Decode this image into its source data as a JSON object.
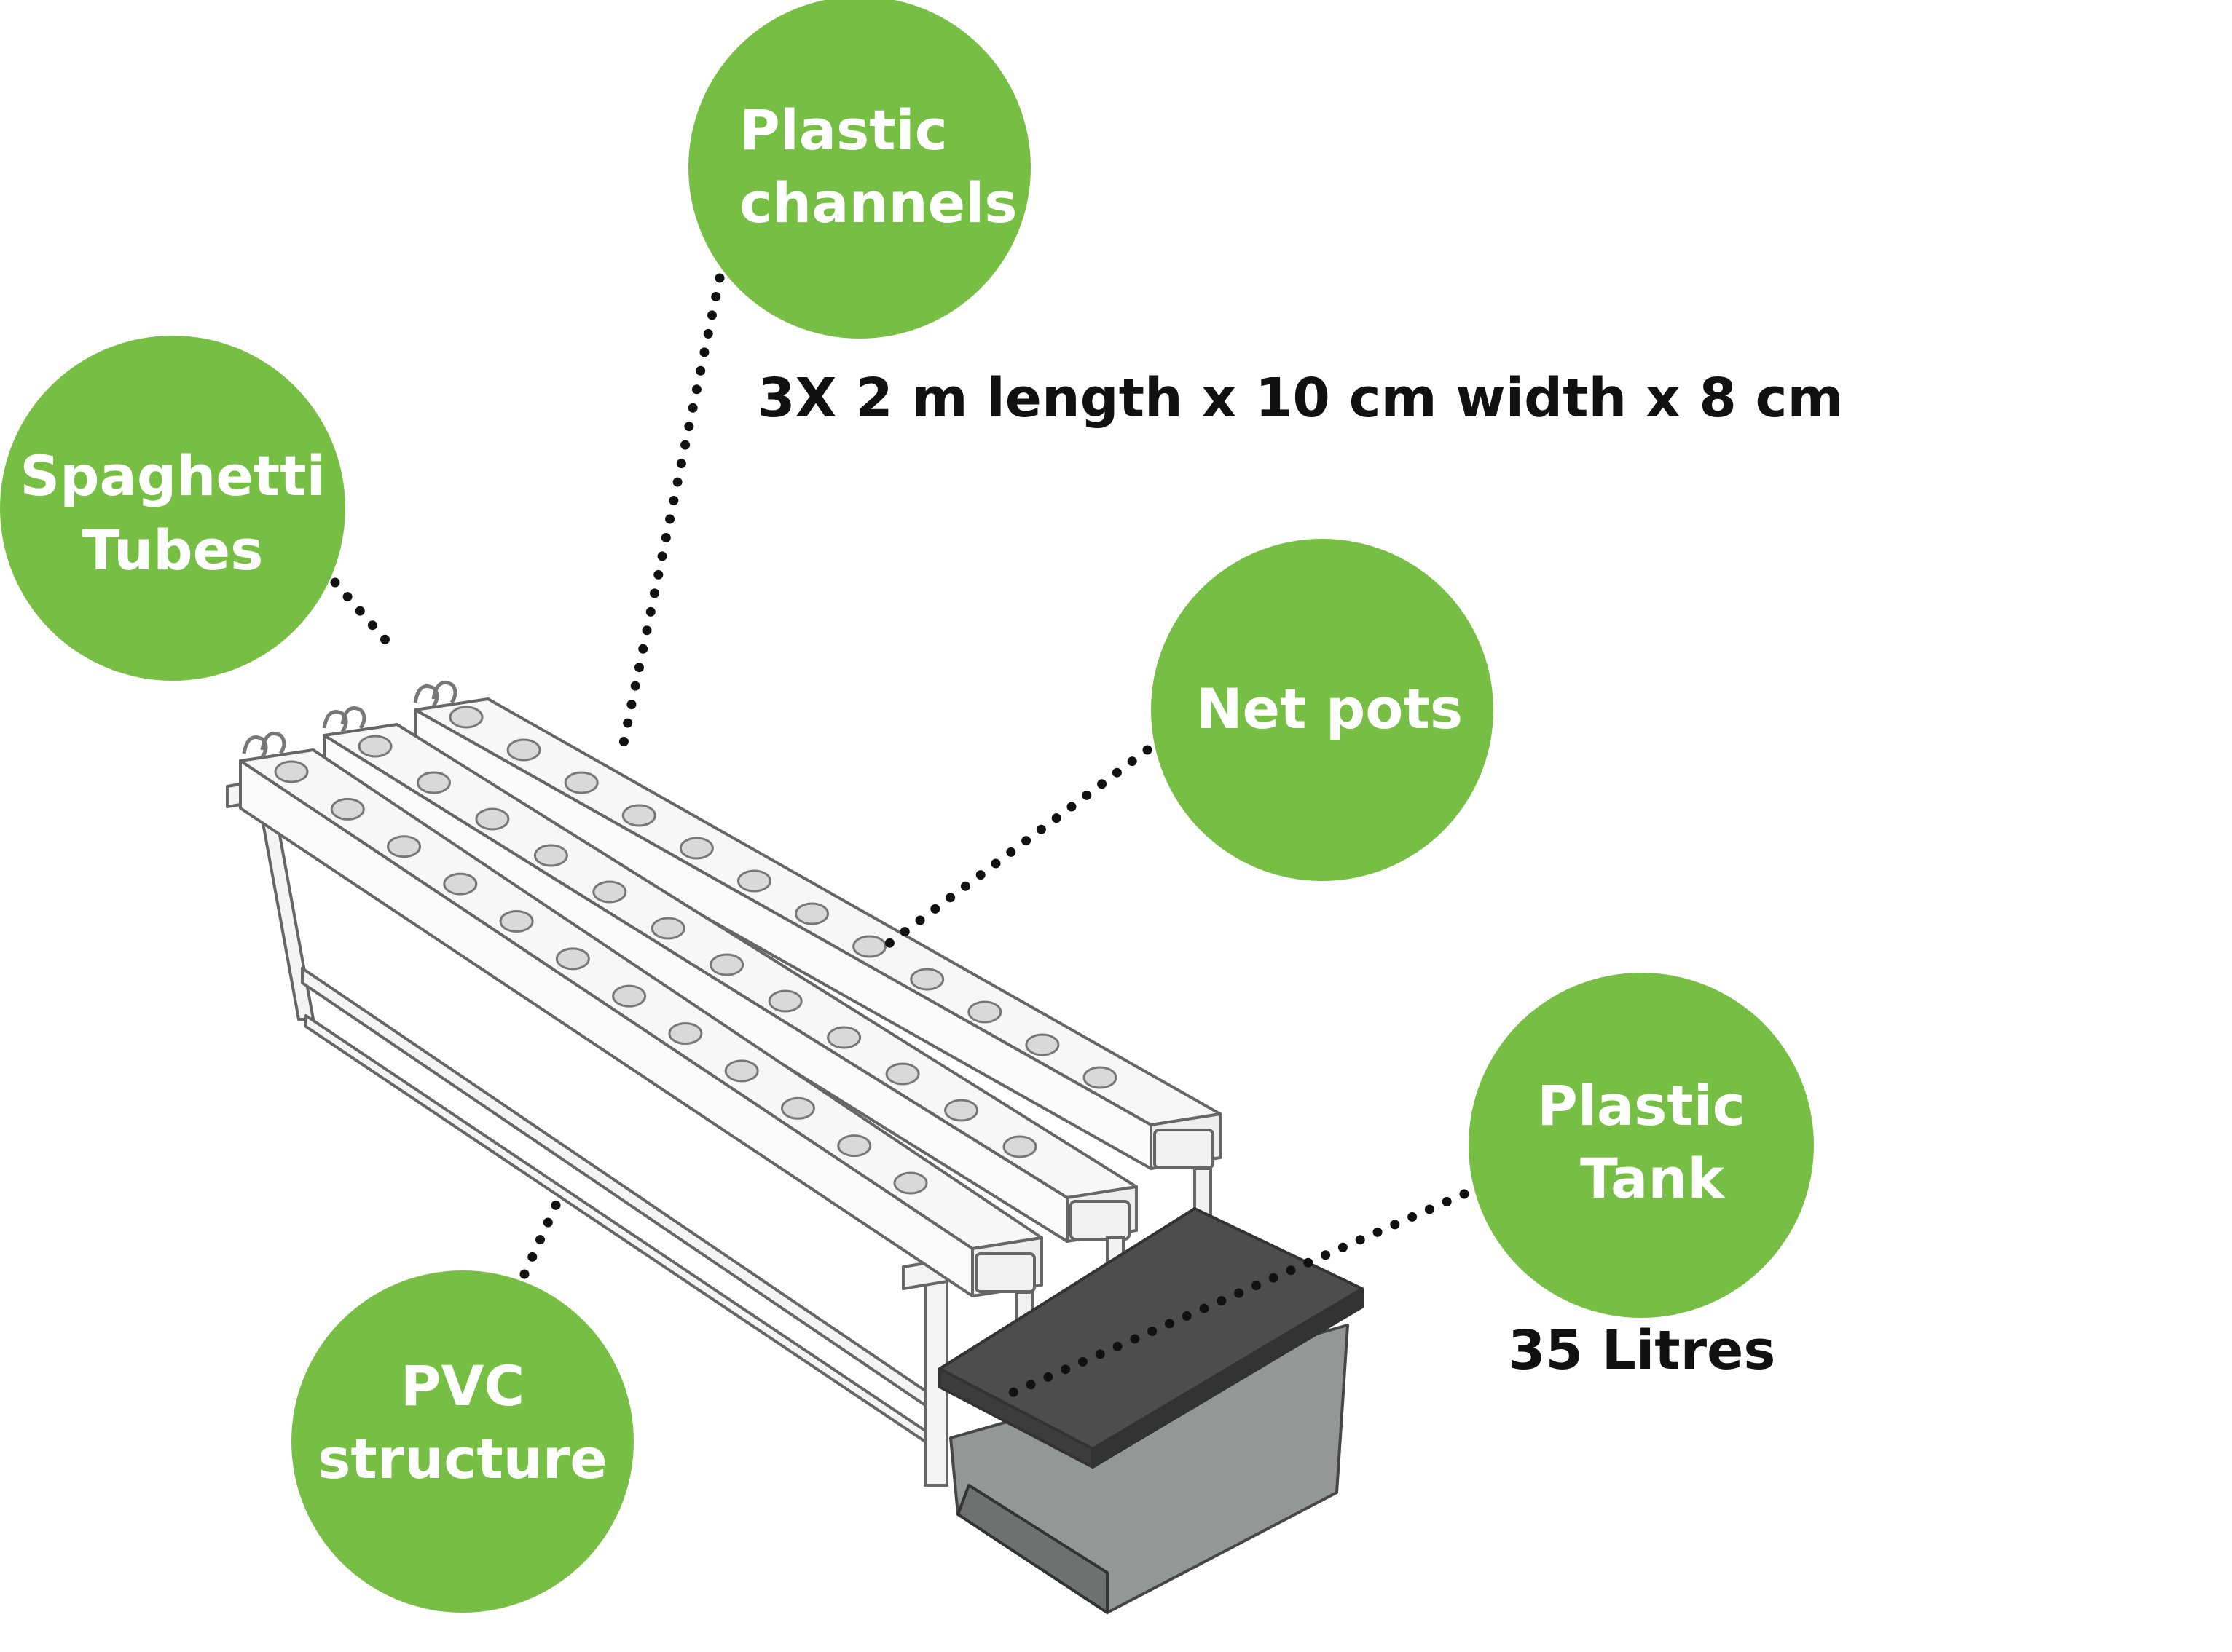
{
  "colors": {
    "bubble": "#76bf44",
    "bubble_text": "#ffffff",
    "leader": "#111111",
    "frame": "#f4f4f4",
    "frame_stroke": "#666666",
    "tank_lid": "#4d4d4d",
    "tank_body": "#7f8181"
  },
  "labels": {
    "plastic_channels": {
      "line1": "Plastic",
      "line2": "channels"
    },
    "spaghetti_tubes": {
      "line1": "Spaghetti",
      "line2": "Tubes"
    },
    "net_pots": {
      "line1": "Net pots"
    },
    "plastic_tank": {
      "line1": "Plastic",
      "line2": "Tank"
    },
    "pvc_structure": {
      "line1": "PVC",
      "line2": "structure"
    }
  },
  "specs": {
    "channels": "3X 2 m length x 10 cm width x 8 cm",
    "tank": "35 Litres"
  }
}
